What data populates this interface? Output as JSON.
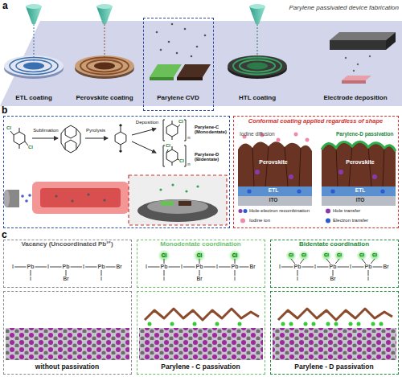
{
  "diagram": {
    "nodes": [
      {
        "text": [
          "Parylene CVD"
        ]
      },
      {
        "text": [
          "Sublimation",
          "Pyrolysis",
          "Deposition",
          "Parylene-C (Monodentate)",
          "Parylene-D (Bidentate)"
        ]
      },
      {
        "text": [
          "Conformal coating applied regardless of shape"
        ]
      },
      {
        "text": [
          "Vacancy (Uncoordinated Pb²⁺)"
        ]
      },
      {
        "text": [
          "Monodentate coordination"
        ]
      },
      {
        "text": [
          "Bidentate coordination"
        ]
      },
      {
        "text": [
          "without passivation"
        ]
      },
      {
        "text": [
          "Parylene - C passivation"
        ]
      },
      {
        "text": [
          "Parylene - D passivation"
        ]
      }
    ],
    "labels": [
      "a",
      "Parylene passivated device fabrication",
      "ETL coating",
      "Perovskite coating",
      "HTL coating",
      "Electrode deposition",
      "b",
      "Cl",
      "Cl",
      "Cl",
      "Cl",
      "Cl",
      "n",
      "n",
      "Iodine diffusion",
      "Parylene-D passivation",
      "Perovskite",
      "Perovskite",
      "ETL",
      "ETL",
      "ITO",
      "ITO",
      "c",
      "I",
      "Pb",
      "I",
      "Pb",
      "I",
      "Pb",
      "Br",
      "I",
      "Br",
      "I",
      "I",
      "Pb",
      "I",
      "Pb",
      "I",
      "Pb",
      "Br",
      "I",
      "Br",
      "I",
      "Cl",
      "Cl",
      "Cl",
      "I",
      "Pb",
      "I",
      "Pb",
      "I",
      "Pb",
      "Br",
      "I",
      "Br",
      "I",
      "Cl",
      "Cl",
      "Cl",
      "Cl",
      "Cl",
      "Cl"
    ],
    "legend": [
      {
        "text": "Hole-electron recombination"
      },
      {
        "text": "Hole transfer"
      },
      {
        "text": "Iodine ion"
      },
      {
        "text": "Electron transfer"
      }
    ]
  }
}
